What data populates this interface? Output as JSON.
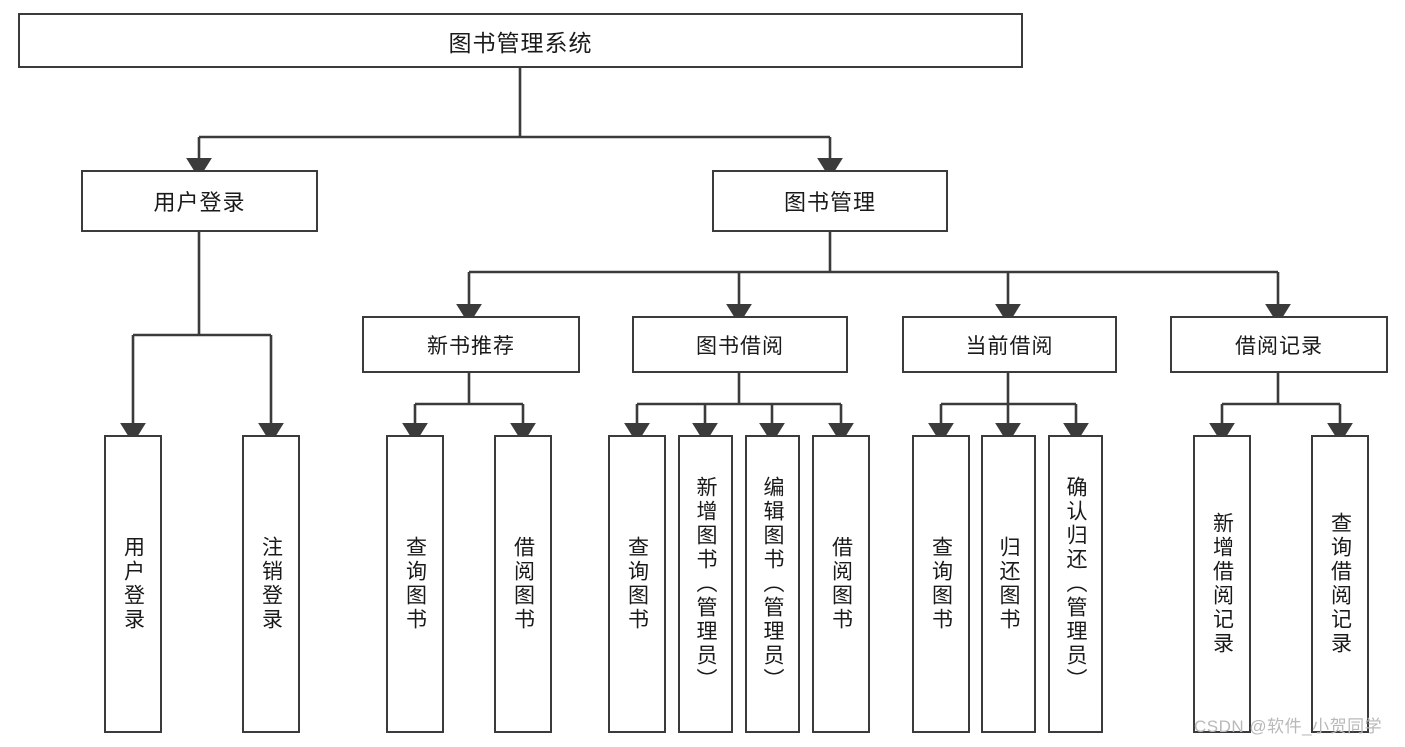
{
  "diagram": {
    "type": "tree",
    "title": "图书管理系统",
    "root": {
      "id": "root",
      "label": "图书管理系统",
      "orientation": "horizontal"
    },
    "level2": [
      {
        "id": "user-login",
        "label": "用户登录",
        "orientation": "horizontal"
      },
      {
        "id": "book-manage",
        "label": "图书管理",
        "orientation": "horizontal"
      }
    ],
    "level3": [
      {
        "id": "new-book-recommend",
        "label": "新书推荐",
        "orientation": "horizontal"
      },
      {
        "id": "book-borrow",
        "label": "图书借阅",
        "orientation": "horizontal"
      },
      {
        "id": "current-borrow",
        "label": "当前借阅",
        "orientation": "horizontal"
      },
      {
        "id": "borrow-record",
        "label": "借阅记录",
        "orientation": "horizontal"
      }
    ],
    "leaves": [
      {
        "id": "leaf-user-login",
        "label": "用户登录",
        "parent": "user-login",
        "orientation": "vertical"
      },
      {
        "id": "leaf-user-logout",
        "label": "注销登录",
        "parent": "user-login",
        "orientation": "vertical"
      },
      {
        "id": "leaf-query-book-1",
        "label": "查询图书",
        "parent": "new-book-recommend",
        "orientation": "vertical"
      },
      {
        "id": "leaf-borrow-book-1",
        "label": "借阅图书",
        "parent": "new-book-recommend",
        "orientation": "vertical"
      },
      {
        "id": "leaf-query-book-2",
        "label": "查询图书",
        "parent": "book-borrow",
        "orientation": "vertical"
      },
      {
        "id": "leaf-add-book",
        "label": "新增图书（管理员）",
        "parent": "book-borrow",
        "orientation": "vertical"
      },
      {
        "id": "leaf-edit-book",
        "label": "编辑图书（管理员）",
        "parent": "book-borrow",
        "orientation": "vertical"
      },
      {
        "id": "leaf-borrow-book-2",
        "label": "借阅图书",
        "parent": "book-borrow",
        "orientation": "vertical"
      },
      {
        "id": "leaf-query-book-3",
        "label": "查询图书",
        "parent": "current-borrow",
        "orientation": "vertical"
      },
      {
        "id": "leaf-return-book",
        "label": "归还图书",
        "parent": "current-borrow",
        "orientation": "vertical"
      },
      {
        "id": "leaf-confirm-return",
        "label": "确认归还（管理员）",
        "parent": "current-borrow",
        "orientation": "vertical"
      },
      {
        "id": "leaf-add-record",
        "label": "新增借阅记录",
        "parent": "borrow-record",
        "orientation": "vertical"
      },
      {
        "id": "leaf-query-record",
        "label": "查询借阅记录",
        "parent": "borrow-record",
        "orientation": "vertical"
      }
    ],
    "colors": {
      "stroke": "#3b3b3b",
      "fill": "#ffffff",
      "text": "#1a1a1a",
      "watermark": "#b9b9b9"
    }
  },
  "watermark": {
    "text": "CSDN @软件_小贺同学"
  }
}
